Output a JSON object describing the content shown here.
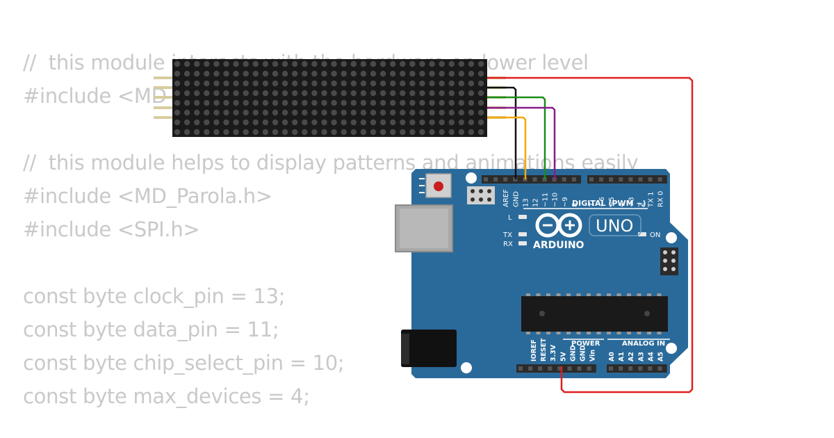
{
  "code_lines": [
    "//  this module interacts with the hardware on lower level",
    "#include <MD_MAX72xx.h>",
    "",
    "//  this module helps to display patterns and animations easily",
    "#include <MD_Parola.h>",
    "#include <SPI.h>",
    "",
    "const byte clock_pin = 13;",
    "const byte data_pin = 11;",
    "const byte chip_select_pin = 10;",
    "const byte max_devices = 4;"
  ],
  "matrix": {
    "rows": 8,
    "cols": 32,
    "led_color": "#4a4a4a",
    "body_color": "#1a1a1a"
  },
  "board": {
    "brand": "ARDUINO",
    "model": "UNO",
    "on_label": "ON",
    "led_l": "L",
    "led_tx": "TX",
    "led_rx": "RX",
    "digital_header_label": "DIGITAL (PWM ~)",
    "digital_pins": [
      "AREF",
      "GND",
      "13",
      "12",
      "~11",
      "~10",
      "~9",
      "8",
      "7",
      "~6",
      "~5",
      "4",
      "~3",
      "2",
      "TX 1",
      "RX 0"
    ],
    "power_label": "POWER",
    "analog_label": "ANALOG IN",
    "power_pins": [
      "IOREF",
      "RESET",
      "3.3V",
      "5V",
      "GND",
      "GND",
      "Vin"
    ],
    "analog_pins": [
      "A0",
      "A1",
      "A2",
      "A3",
      "A4",
      "A5"
    ],
    "board_color": "#2a6a9a"
  },
  "wires": [
    {
      "name": "gnd",
      "color": "#111111"
    },
    {
      "name": "clk",
      "color": "#f5a800"
    },
    {
      "name": "din",
      "color": "#1a8c1a"
    },
    {
      "name": "cs",
      "color": "#8a1a8a"
    },
    {
      "name": "vcc",
      "color": "#e01f1f"
    }
  ]
}
